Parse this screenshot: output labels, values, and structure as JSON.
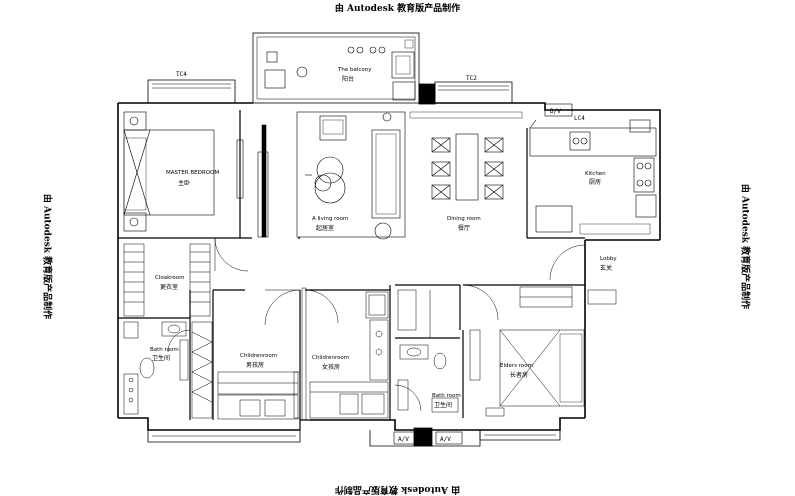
{
  "watermarks": {
    "top": "由 Autodesk 教育版产品制作",
    "bottom": "由 Autodesk 教育版产品制作",
    "left": "由 Autodesk 教育版产品制作",
    "right": "由 Autodesk 教育版产品制作"
  },
  "rooms": {
    "balcony": {
      "en": "The balcony",
      "zh": "阳台"
    },
    "master": {
      "en": "MASTER BEDROOM",
      "zh": "主卧"
    },
    "living": {
      "en": "A living room",
      "zh": "起居室"
    },
    "dining": {
      "en": "Dining room",
      "zh": "餐厅"
    },
    "kitchen": {
      "en": "Kitchen",
      "zh": "厨房"
    },
    "lobby": {
      "en": "Lobby",
      "zh": "玄关"
    },
    "cloak": {
      "en": "Cloakroom",
      "zh": "更衣室"
    },
    "bath1": {
      "en": "Bath room",
      "zh": "卫生间"
    },
    "child1": {
      "en": "Childrenroom",
      "zh": "男孩房"
    },
    "child2": {
      "en": "Childrenroom",
      "zh": "女孩房"
    },
    "bath2": {
      "en": "Bath room",
      "zh": "卫生间"
    },
    "elders": {
      "en": "Elders room",
      "zh": "长者房"
    }
  },
  "tags": {
    "tc4": "TC4",
    "tc2": "TC2",
    "lc4": "LC4",
    "dv": "D/V",
    "av1": "A/V",
    "av2": "A/V"
  }
}
